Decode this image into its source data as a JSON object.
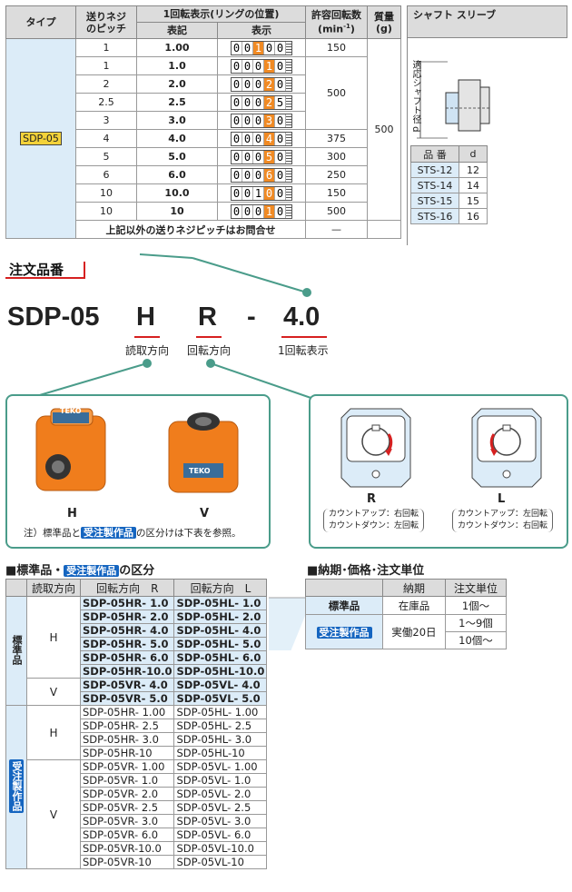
{
  "spec": {
    "headers": {
      "type": "タイプ",
      "pitch": "送りネジ\nのピッチ",
      "display_group": "1回転表示(リングの位置)",
      "notation": "表記",
      "display": "表示",
      "max_rpm": "許容回転数",
      "max_rpm_unit": "(min",
      "max_rpm_sup": "-1",
      "max_rpm_close": ")",
      "weight": "質量",
      "weight_unit": "(g)",
      "sleeve": "シャフト スリーブ"
    },
    "type_value": "SDP-05",
    "weight_value": "500",
    "rows": [
      {
        "pitch": "1",
        "notation": "1.00",
        "bold": true,
        "digits": [
          "0",
          "0",
          "1",
          "0",
          "0"
        ],
        "orange": 2,
        "rpm": "150"
      },
      {
        "pitch": "1",
        "notation": "1.0",
        "bold": true,
        "digits": [
          "0",
          "0",
          "0",
          "1",
          "0"
        ],
        "orange": 3,
        "rpm": ""
      },
      {
        "pitch": "2",
        "notation": "2.0",
        "bold": true,
        "digits": [
          "0",
          "0",
          "0",
          "2",
          "0"
        ],
        "orange": 3,
        "rpm": "500"
      },
      {
        "pitch": "2.5",
        "notation": "2.5",
        "bold": true,
        "digits": [
          "0",
          "0",
          "0",
          "2",
          "5"
        ],
        "orange": 3,
        "rpm": ""
      },
      {
        "pitch": "3",
        "notation": "3.0",
        "bold": true,
        "digits": [
          "0",
          "0",
          "0",
          "3",
          "0"
        ],
        "orange": 3,
        "rpm": ""
      },
      {
        "pitch": "4",
        "notation": "4.0",
        "bold": true,
        "digits": [
          "0",
          "0",
          "0",
          "4",
          "0"
        ],
        "orange": 3,
        "rpm": "375"
      },
      {
        "pitch": "5",
        "notation": "5.0",
        "bold": true,
        "digits": [
          "0",
          "0",
          "0",
          "5",
          "0"
        ],
        "orange": 3,
        "rpm": "300"
      },
      {
        "pitch": "6",
        "notation": "6.0",
        "bold": true,
        "digits": [
          "0",
          "0",
          "0",
          "6",
          "0"
        ],
        "orange": 3,
        "rpm": "250"
      },
      {
        "pitch": "10",
        "notation": "10.0",
        "bold": true,
        "digits": [
          "0",
          "0",
          "1",
          "0",
          "0"
        ],
        "orange": 3,
        "rpm": "150"
      },
      {
        "pitch": "10",
        "notation": "10",
        "bold": true,
        "digits": [
          "0",
          "0",
          "0",
          "1",
          "0"
        ],
        "orange": 3,
        "rpm": "500"
      }
    ],
    "inquiry": "上記以外の送りネジピッチはお問合せ",
    "inquiry_dash": "—"
  },
  "sleeve": {
    "diagram_label": "適応シャフト径 d",
    "header_pn": "品 番",
    "header_d": "d",
    "rows": [
      {
        "pn": "STS-12",
        "d": "12"
      },
      {
        "pn": "STS-14",
        "d": "14"
      },
      {
        "pn": "STS-15",
        "d": "15"
      },
      {
        "pn": "STS-16",
        "d": "16"
      }
    ]
  },
  "order": {
    "title": "注文品番",
    "code_main": "SDP-05",
    "code_h": "H",
    "code_r": "R",
    "code_dash": "-",
    "code_num": "4.0",
    "lbl_read": "読取方向",
    "lbl_rot": "回転方向",
    "lbl_disp": "1回転表示"
  },
  "panel_left": {
    "label_h": "H",
    "label_v": "V",
    "note_prefix": "注）標準品と",
    "note_badge": "受注製作品",
    "note_suffix": "の区分けは下表を参照。",
    "brand": "TEKO"
  },
  "panel_right": {
    "label_r": "R",
    "r_line1": "カウントアップ：右回転",
    "r_line2": "カウントダウン：左回転",
    "label_l": "L",
    "l_line1": "カウントアップ：左回転",
    "l_line2": "カウントダウン：右回転"
  },
  "classify": {
    "title_prefix": "■標準品・",
    "title_badge": "受注製作品",
    "title_suffix": "の区分",
    "h_read": "読取方向",
    "h_r": "回転方向　R",
    "h_l": "回転方向　L",
    "std_label": "標準品",
    "mto_label": "受注製作品",
    "std_h": [
      [
        "SDP-05HR- 1.0",
        "SDP-05HL- 1.0"
      ],
      [
        "SDP-05HR- 2.0",
        "SDP-05HL- 2.0"
      ],
      [
        "SDP-05HR- 4.0",
        "SDP-05HL- 4.0"
      ],
      [
        "SDP-05HR- 5.0",
        "SDP-05HL- 5.0"
      ],
      [
        "SDP-05HR- 6.0",
        "SDP-05HL- 6.0"
      ],
      [
        "SDP-05HR-10.0",
        "SDP-05HL-10.0"
      ]
    ],
    "std_v": [
      [
        "SDP-05VR- 4.0",
        "SDP-05VL- 4.0"
      ],
      [
        "SDP-05VR- 5.0",
        "SDP-05VL- 5.0"
      ]
    ],
    "mto_h": [
      [
        "SDP-05HR- 1.00",
        "SDP-05HL- 1.00"
      ],
      [
        "SDP-05HR- 2.5",
        "SDP-05HL- 2.5"
      ],
      [
        "SDP-05HR- 3.0",
        "SDP-05HL- 3.0"
      ],
      [
        "SDP-05HR-10",
        "SDP-05HL-10"
      ]
    ],
    "mto_v": [
      [
        "SDP-05VR- 1.00",
        "SDP-05VL- 1.00"
      ],
      [
        "SDP-05VR- 1.0",
        "SDP-05VL- 1.0"
      ],
      [
        "SDP-05VR- 2.0",
        "SDP-05VL- 2.0"
      ],
      [
        "SDP-05VR- 2.5",
        "SDP-05VL- 2.5"
      ],
      [
        "SDP-05VR- 3.0",
        "SDP-05VL- 3.0"
      ],
      [
        "SDP-05VR- 6.0",
        "SDP-05VL- 6.0"
      ],
      [
        "SDP-05VR-10.0",
        "SDP-05VL-10.0"
      ],
      [
        "SDP-05VR-10",
        "SDP-05VL-10"
      ]
    ],
    "grp_h": "H",
    "grp_v": "V"
  },
  "delivery": {
    "title": "■納期･価格･注文単位",
    "h_delivery": "納期",
    "h_unit": "注文単位",
    "std_label": "標準品",
    "std_delivery": "在庫品",
    "std_unit": "1個〜",
    "mto_label": "受注製作品",
    "mto_delivery": "実働20日",
    "mto_unit1": "1〜9個",
    "mto_unit2": "10個〜"
  },
  "colors": {
    "accent_blue": "#1565c0",
    "light_blue": "#dcecf8",
    "orange": "#f08a24",
    "teal": "#4a9c8a",
    "red": "#d62020"
  }
}
